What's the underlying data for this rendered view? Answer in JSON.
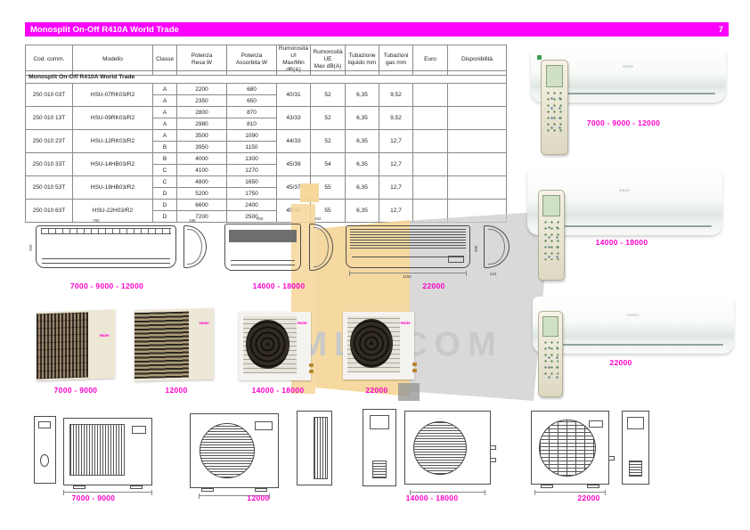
{
  "header": {
    "title": "Monosplit On-Off R410A World Trade",
    "page_number": "7"
  },
  "brand": "Haier",
  "colors": {
    "accent_bar": "#fb00fb",
    "label_magenta": "#ff00cc",
    "variant1_cyan": "#00bfbf",
    "variant2_red": "#e80000"
  },
  "table": {
    "section_title": "Monosplit On-Off R410A World Trade",
    "columns": [
      "Cod. comm.",
      "Modello",
      "Classe",
      "Potenza\nResa W",
      "Potenza\nAssorbita W",
      "Rumorosità UI\nMax/Min dB(A)",
      "Rumorosità UE\nMax dB(A)",
      "Tubazione\nliquido mm",
      "Tubazioni\ngas mm",
      "Euro",
      "Disponibilità"
    ],
    "rows": [
      {
        "cod": "250 010 03T",
        "model": "HSU-07RK03/R2",
        "v1c": "A",
        "v1resa": "2200",
        "v1ass": "680",
        "v2c": "A",
        "v2resa": "2350",
        "v2ass": "650",
        "ui": "40/31",
        "ue": "52",
        "liq": "6,35",
        "gas": "9,52",
        "euro": "",
        "disp": ""
      },
      {
        "cod": "250 010 13T",
        "model": "HSU-09RK03/R2",
        "v1c": "A",
        "v1resa": "2800",
        "v1ass": "870",
        "v2c": "A",
        "v2resa": "2980",
        "v2ass": "810",
        "ui": "43/33",
        "ue": "52",
        "liq": "6,35",
        "gas": "9,52",
        "euro": "",
        "disp": ""
      },
      {
        "cod": "250 010 23T",
        "model": "HSU-12RK03/R2",
        "v1c": "A",
        "v1resa": "3500",
        "v1ass": "1090",
        "v2c": "B",
        "v2resa": "3950",
        "v2ass": "1150",
        "ui": "44/33",
        "ue": "52",
        "liq": "6,35",
        "gas": "12,7",
        "euro": "",
        "disp": ""
      },
      {
        "cod": "250 010 33T",
        "model": "HSU-14HB03/R2",
        "v1c": "B",
        "v1resa": "4000",
        "v1ass": "1300",
        "v2c": "C",
        "v2resa": "4100",
        "v2ass": "1270",
        "ui": "45/39",
        "ue": "54",
        "liq": "6,35",
        "gas": "12,7",
        "euro": "",
        "disp": ""
      },
      {
        "cod": "250 010 53T",
        "model": "HSU-18HB03/R2",
        "v1c": "C",
        "v1resa": "4800",
        "v1ass": "1650",
        "v2c": "D",
        "v2resa": "5200",
        "v2ass": "1750",
        "ui": "45/37",
        "ue": "55",
        "liq": "6,35",
        "gas": "12,7",
        "euro": "",
        "disp": ""
      },
      {
        "cod": "250 010 63T",
        "model": "HSU-22H03/R2",
        "v1c": "D",
        "v1resa": "6600",
        "v1ass": "2400",
        "v2c": "D",
        "v2resa": "7200",
        "v2ass": "2500",
        "ui": "45/38",
        "ue": "55",
        "liq": "6,35",
        "gas": "12,7",
        "euro": "",
        "disp": ""
      }
    ]
  },
  "indoor_photos": {
    "labels": [
      "7000 - 9000 - 12000",
      "14000 - 18000",
      "22000"
    ]
  },
  "indoor_drawings": {
    "labels": [
      "7000 - 9000 - 12000",
      "14000 - 18000",
      "22000"
    ],
    "dims": {
      "d1_width": "790",
      "d1_height": "250",
      "d1_side": "198",
      "d2_width": "908",
      "d2_side": "182",
      "d3_width": "1155",
      "d3_height": "306",
      "d3_side": "224"
    }
  },
  "outdoor_photos": {
    "labels": [
      "7000 - 9000",
      "12000",
      "14000 - 18000",
      "22000"
    ]
  },
  "outdoor_drawings": {
    "labels": [
      "7000 - 9000",
      "12000",
      "14000 - 18000",
      "22000"
    ]
  },
  "watermark": {
    "left_text": "UML",
    "right_text": "COM"
  }
}
